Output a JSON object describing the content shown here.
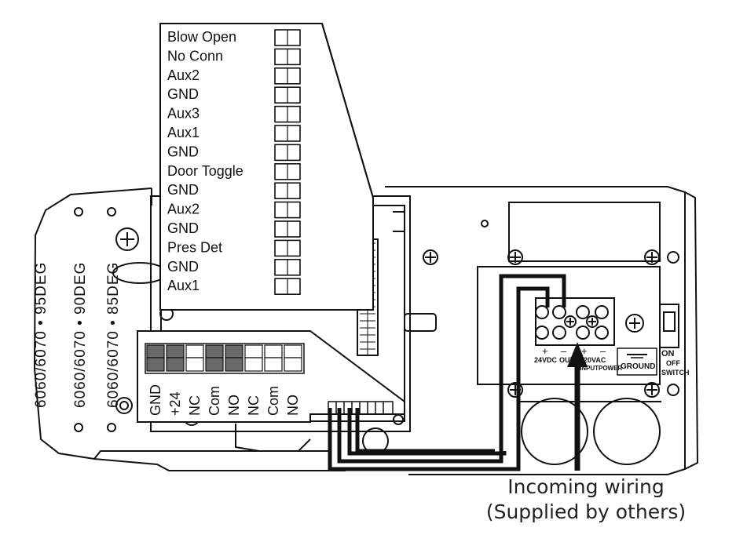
{
  "terminal_block_labels": [
    "Blow Open",
    "No Conn",
    "Aux2",
    "GND",
    "Aux3",
    "Aux1",
    "GND",
    "Door Toggle",
    "GND",
    "Aux2",
    "GND",
    "Pres Det",
    "GND",
    "Aux1"
  ],
  "dip_switch_labels": [
    "GND",
    "+24",
    "NC",
    "Com",
    "NO",
    "NC",
    "Com",
    "NO"
  ],
  "dip_switch_states": [
    "dark",
    "dark",
    "light",
    "dark",
    "dark",
    "light",
    "light",
    "light"
  ],
  "mount_plate_labels": [
    "6060/6070 • 95DEG",
    "6060/6070 • 90DEG",
    "6060/6070 • 85DEG"
  ],
  "power_block": {
    "polarity": [
      "+",
      "–",
      "+",
      "–"
    ],
    "labels": [
      "24VDC",
      "OUT",
      "120VAC",
      "INPUT",
      "POWER"
    ],
    "ground_label": "GROUND",
    "switch_labels": [
      "ON",
      "OFF",
      "SWITCH"
    ]
  },
  "callout": {
    "line1": "Incoming wiring",
    "line2": "(Supplied by others)"
  },
  "colors": {
    "ink": "#111111",
    "switch_dark": "#6a6a6a"
  }
}
